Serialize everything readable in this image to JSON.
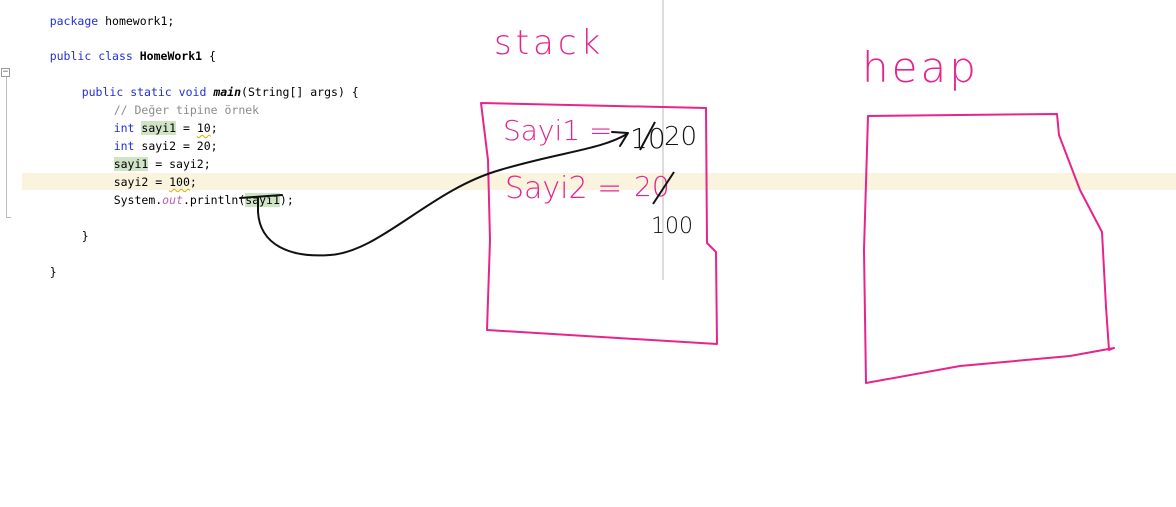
{
  "editor": {
    "lines": {
      "package_kw": "package",
      "package_name": " homework1;",
      "class_public": "public",
      "class_kw": "class",
      "class_name": "HomeWork1",
      "class_brace": " {",
      "main_public": "public",
      "main_static": "static",
      "main_void": "void",
      "main_name": "main",
      "main_params": "(String[] args) {",
      "comment": "// Değer tipine örnek",
      "int1_kw": "int",
      "int1_var": "sayi1",
      "int1_eq": " = ",
      "int1_val": "10",
      "int1_end": ";",
      "int2_kw": "int",
      "int2_rest": " sayi2 = 20;",
      "assign_var": "sayi1",
      "assign_rest": " = sayi2;",
      "set_var": "sayi2 = ",
      "set_val": "100",
      "set_end": ";",
      "print_start": "System.",
      "print_out": "out",
      "print_mid": ".println(",
      "print_var": "sayi1",
      "print_end": ");",
      "close_main": "}",
      "close_class": "}"
    },
    "fold_symbol": "−",
    "colors": {
      "keyword": "#2130d8",
      "comment": "#8c8c8c",
      "field": "#b565b5",
      "highlight": "#cfe3c6",
      "current_line": "#faf3de"
    }
  },
  "annotations": {
    "stack_label": "stack",
    "heap_label": "heap",
    "stack_line1_lhs": "Sayi1 =",
    "stack_line1_value_old": "10",
    "stack_line1_value_new": "20",
    "stack_line2_lhs": "Sayi2 =",
    "stack_line2_value_old": "20",
    "stack_line2_value_new": "100",
    "ink_pink": "#e8238c",
    "ink_black": "#111111"
  }
}
